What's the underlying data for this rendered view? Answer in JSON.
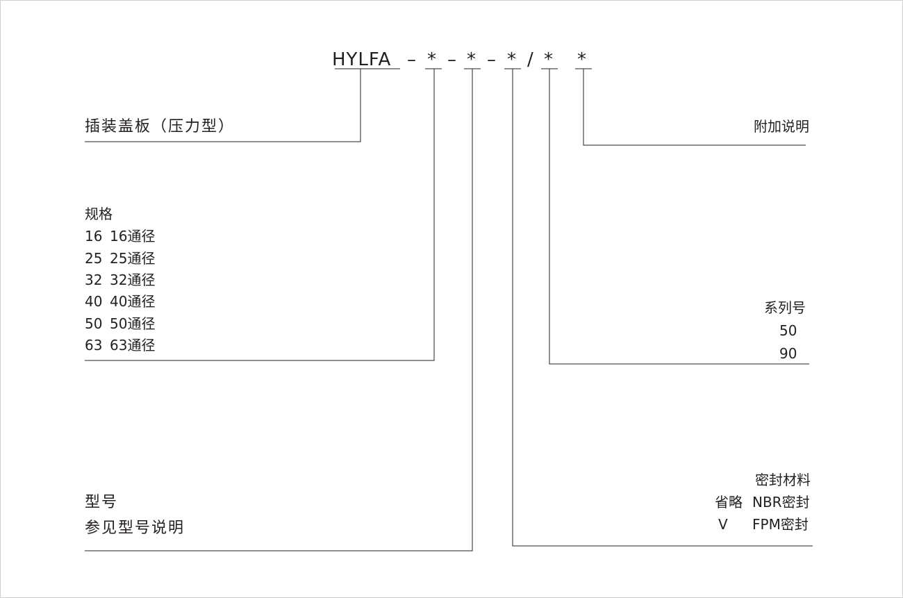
{
  "model_code": {
    "prefix": "HYLFA",
    "dash1": "–",
    "star1": "*",
    "dash2": "–",
    "star2": "*",
    "dash3": "–",
    "star3": "*",
    "slash": "/",
    "star4": "*",
    "star5": "*"
  },
  "product_type": "插装盖板（压力型）",
  "spec": {
    "title": "规格",
    "items": [
      {
        "code": "16",
        "desc": "16通径"
      },
      {
        "code": "25",
        "desc": "25通径"
      },
      {
        "code": "32",
        "desc": "32通径"
      },
      {
        "code": "40",
        "desc": "40通径"
      },
      {
        "code": "50",
        "desc": "50通径"
      },
      {
        "code": "63",
        "desc": "63通径"
      }
    ]
  },
  "model": {
    "title": "型号",
    "subtitle": "参见型号说明"
  },
  "additional": {
    "title": "附加说明"
  },
  "series": {
    "title": "系列号",
    "items": [
      "50",
      "90"
    ]
  },
  "seal": {
    "title": "密封材料",
    "items": [
      {
        "code": "省略",
        "desc": "NBR密封"
      },
      {
        "code": "V",
        "desc": "FPM密封"
      }
    ]
  },
  "colors": {
    "text": "#231f20",
    "line": "#231f20",
    "frame": "#cfcfcf"
  }
}
